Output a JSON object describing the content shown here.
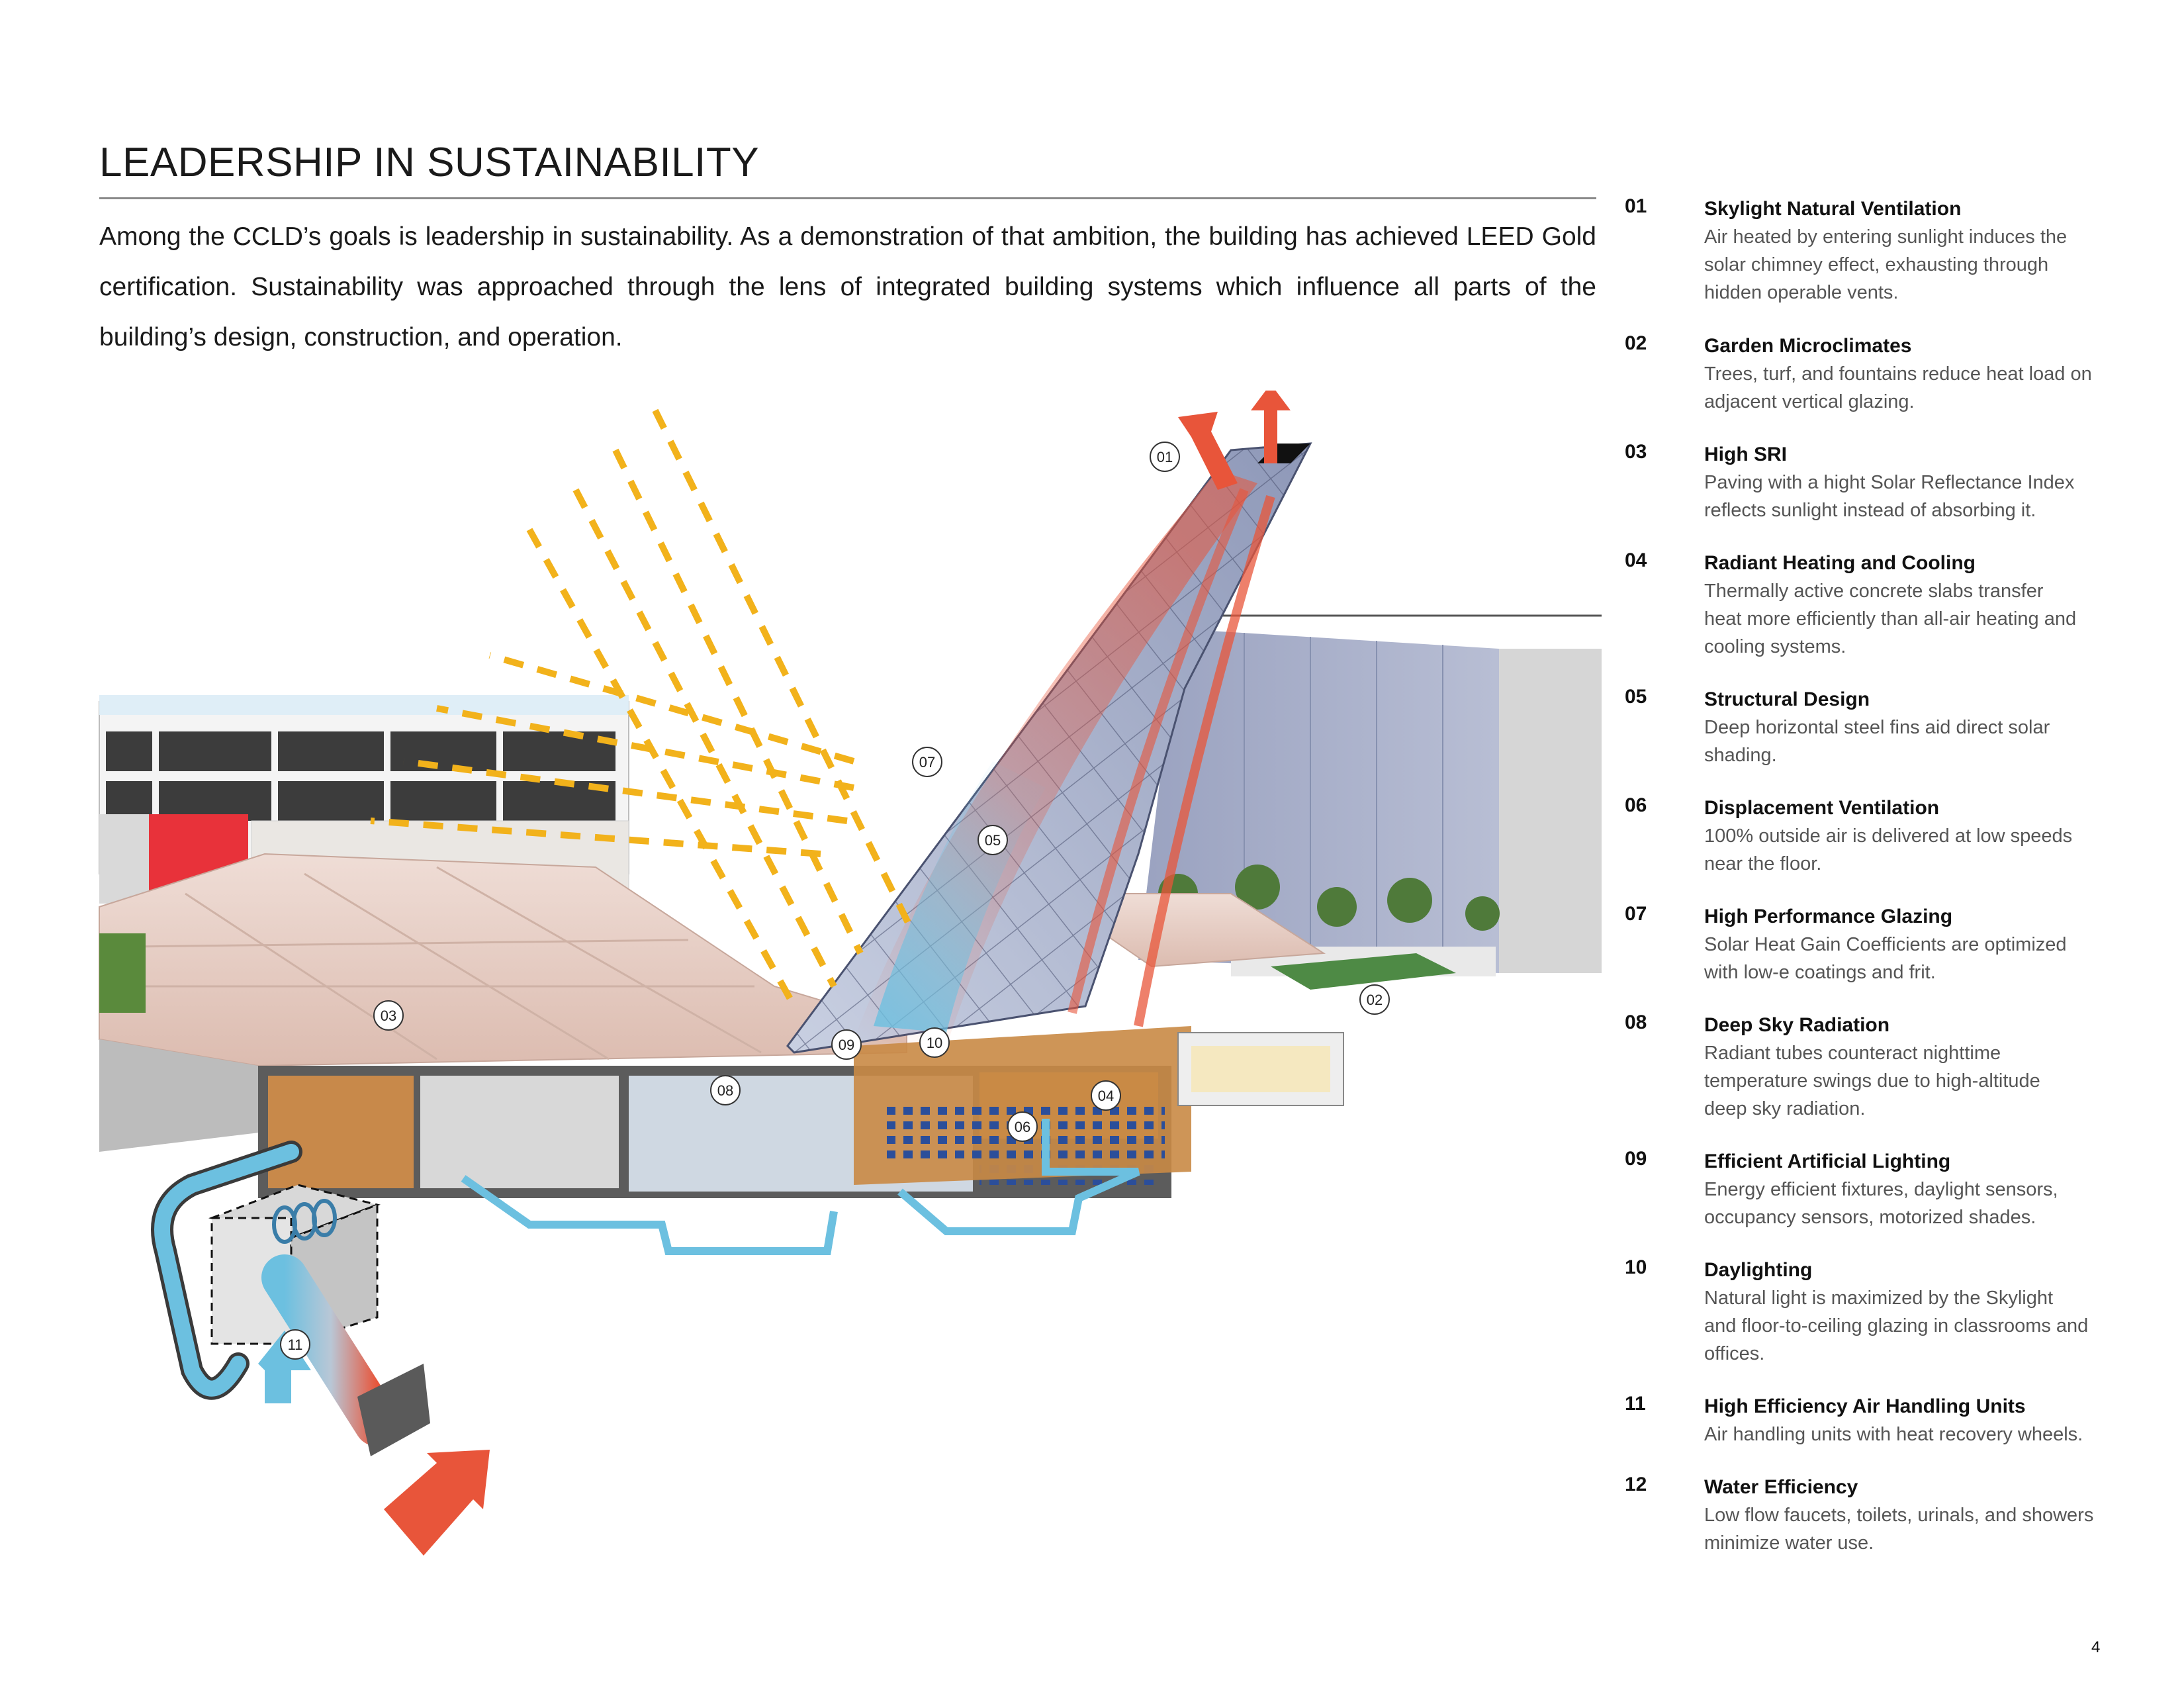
{
  "page": {
    "title": "LEADERSHIP IN SUSTAINABILITY",
    "intro": "Among the CCLD’s goals is leadership in sustainability. As a demonstration of that ambition, the building has achieved LEED Gold certification. Sustainability was approached through the lens of integrated building systems which influence all parts of the building’s design, construction, and operation.",
    "page_number": "4"
  },
  "diagram": {
    "callouts": [
      "01",
      "02",
      "03",
      "04",
      "05",
      "06",
      "07",
      "08",
      "09",
      "10",
      "11"
    ],
    "colors": {
      "solar_rays": "#f2b21b",
      "hot_air": "#e8553a",
      "cool_air": "#6cc0e0",
      "glazing": "#a8b0c8",
      "paving": "#e8cfc4",
      "wood": "#c98a45",
      "accent_red": "#e8323a"
    }
  },
  "legend": [
    {
      "num": "01",
      "title": "Skylight Natural Ventilation",
      "desc": [
        "Air heated by entering sunlight induces the",
        "solar chimney effect, exhausting through",
        "hidden operable vents."
      ]
    },
    {
      "num": "02",
      "title": "Garden Microclimates",
      "desc": [
        "Trees, turf, and fountains reduce heat load on",
        "adjacent vertical glazing."
      ]
    },
    {
      "num": "03",
      "title": "High SRI",
      "desc": [
        "Paving with a hight Solar Reflectance Index",
        "reflects sunlight instead of absorbing it."
      ]
    },
    {
      "num": "04",
      "title": "Radiant Heating and Cooling",
      "desc": [
        "Thermally active concrete slabs transfer",
        "heat more efficiently than all-air heating and",
        "cooling systems."
      ]
    },
    {
      "num": "05",
      "title": "Structural Design",
      "desc": [
        "Deep horizontal steel fins aid direct solar",
        "shading."
      ]
    },
    {
      "num": "06",
      "title": "Displacement Ventilation",
      "desc": [
        "100% outside air is delivered at low speeds",
        "near the floor."
      ]
    },
    {
      "num": "07",
      "title": "High Performance Glazing",
      "desc": [
        "Solar Heat Gain Coefficients are optimized",
        "with low-e coatings and frit."
      ]
    },
    {
      "num": "08",
      "title": "Deep Sky Radiation",
      "desc": [
        "Radiant tubes counteract nighttime",
        "temperature swings due to high-altitude",
        "deep sky radiation."
      ]
    },
    {
      "num": "09",
      "title": "Efficient Artificial Lighting",
      "desc": [
        "Energy efficient fixtures, daylight sensors,",
        "occupancy sensors, motorized shades."
      ]
    },
    {
      "num": "10",
      "title": "Daylighting",
      "desc": [
        "Natural light is maximized by the Skylight",
        "and floor-to-ceiling glazing in classrooms and",
        "offices."
      ]
    },
    {
      "num": "11",
      "title": "High Efficiency Air Handling Units",
      "desc": [
        "Air handling units with heat recovery wheels."
      ]
    },
    {
      "num": "12",
      "title": "Water Efficiency",
      "desc": [
        "Low flow faucets, toilets, urinals, and showers",
        "minimize water use."
      ]
    }
  ]
}
